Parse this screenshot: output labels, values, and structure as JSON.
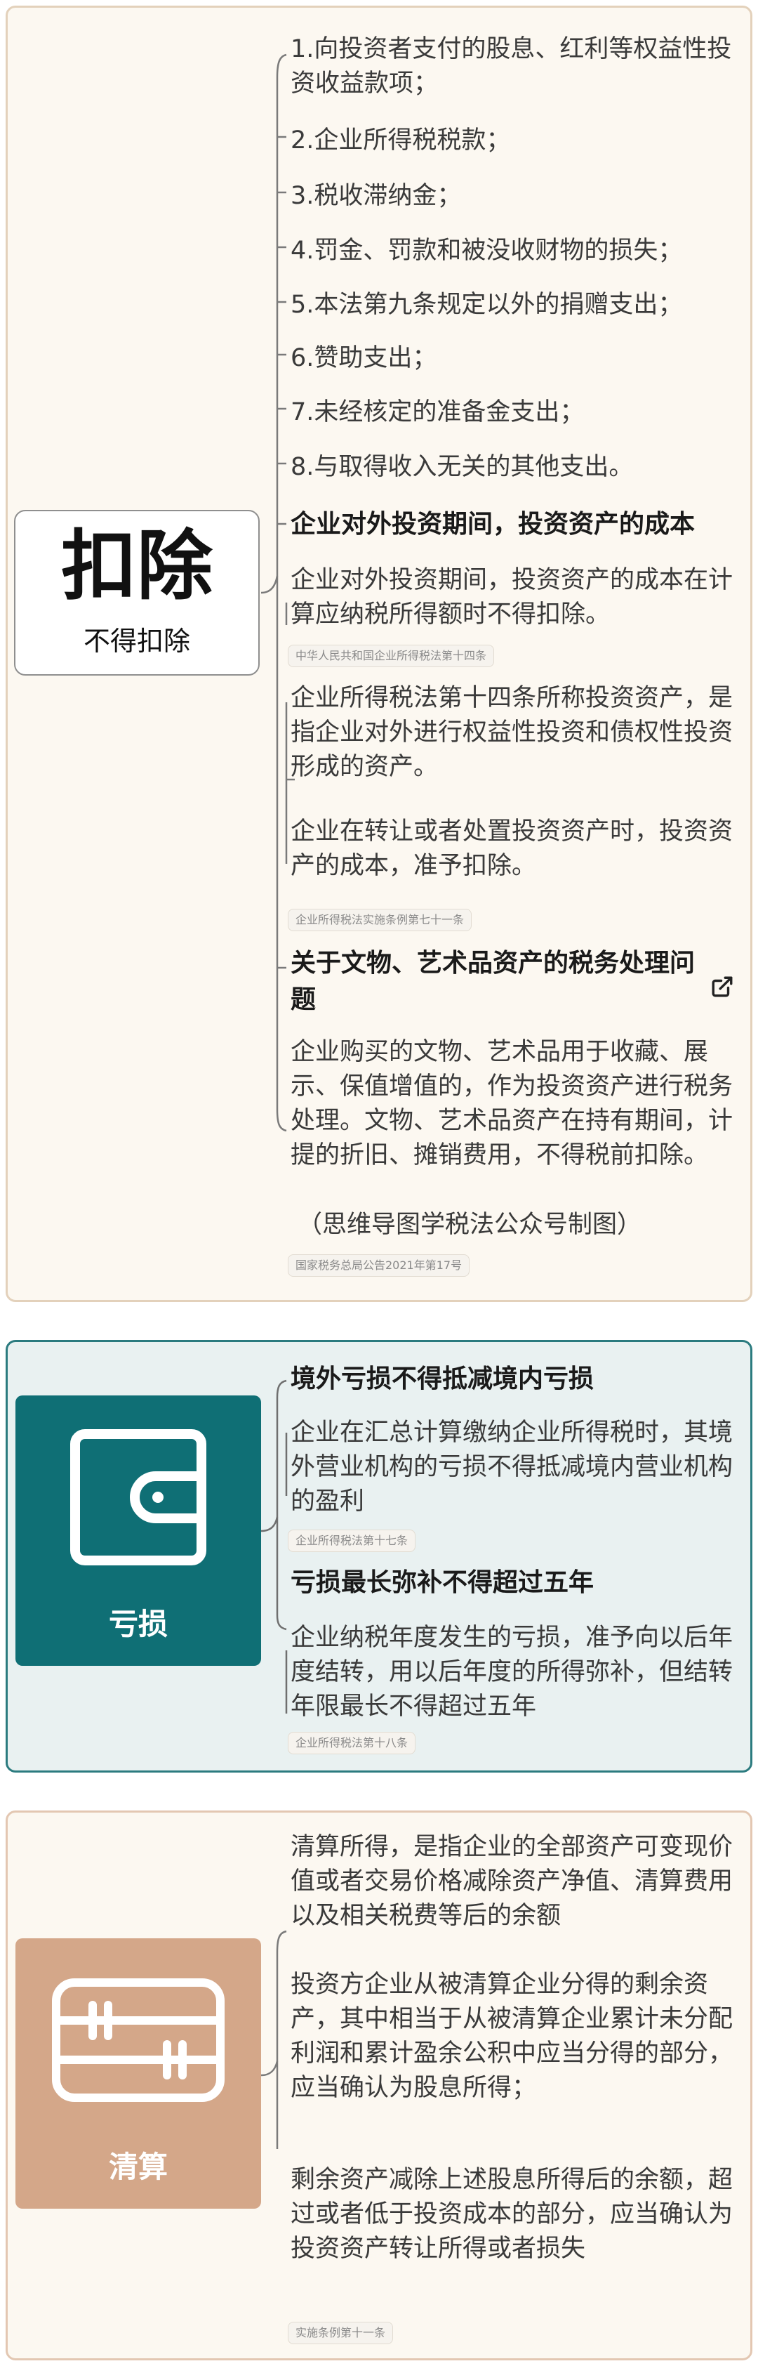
{
  "deduction": {
    "title": "扣除",
    "subtitle": "不得扣除",
    "items": [
      "1.向投资者支付的股息、红利等权益性投资收益款项；",
      "2.企业所得税税款；",
      "3.税收滞纳金；",
      "4.罚金、罚款和被没收财物的损失；",
      "5.本法第九条规定以外的捐赠支出；",
      "6.赞助支出；",
      "7.未经核定的准备金支出；",
      "8.与取得收入无关的其他支出。"
    ],
    "invest_heading": "企业对外投资期间，投资资产的成本",
    "invest_text": "企业对外投资期间，投资资产的成本在计算应纳税所得额时不得扣除。",
    "invest_source": "中华人民共和国企业所得税法第十四条",
    "invest_detail_1": "企业所得税法第十四条所称投资资产，是指企业对外进行权益性投资和债权性投资形成的资产。",
    "invest_detail_2": "企业在转让或者处置投资资产时，投资资产的成本，准予扣除。",
    "invest_detail_source": "企业所得税法实施条例第七十一条",
    "art_heading": "关于文物、艺术品资产的税务处理问题",
    "art_text": "企业购买的文物、艺术品用于收藏、展示、保值增值的，作为投资资产进行税务处理。文物、艺术品资产在持有期间，计提的折旧、摊销费用，不得税前扣除。",
    "art_note": "（思维导图学税法公众号制图）",
    "art_source": "国家税务总局公告2021年第17号",
    "link_icon": "external-link-icon"
  },
  "loss": {
    "title": "亏损",
    "icon": "wallet-icon",
    "heading1": "境外亏损不得抵减境内亏损",
    "text1": "企业在汇总计算缴纳企业所得税时，其境外营业机构的亏损不得抵减境内营业机构的盈利",
    "source1": "企业所得税法第十七条",
    "heading2": "亏损最长弥补不得超过五年",
    "text2": "企业纳税年度发生的亏损，准予向以后年度结转，用以后年度的所得弥补，但结转年限最长不得超过五年",
    "source2": "企业所得税法第十八条"
  },
  "liquidation": {
    "title": "清算",
    "icon": "liquidation-card-icon",
    "text1": "清算所得，是指企业的全部资产可变现价值或者交易价格减除资产净值、清算费用以及相关税费等后的余额",
    "text2": "投资方企业从被清算企业分得的剩余资产，其中相当于从被清算企业累计未分配利润和累计盈余公积中应当分得的部分，应当确认为股息所得；",
    "text3": "剩余资产减除上述股息所得后的余额，超过或者低于投资成本的部分，应当确认为投资资产转让所得或者损失",
    "source": "实施条例第十一条"
  },
  "colors": {
    "panel_a_border": "#e3d1bb",
    "panel_b_border": "#2b7b7f",
    "panel_b_fill": "#0f6f75",
    "panel_c_fill": "#d4a789"
  }
}
